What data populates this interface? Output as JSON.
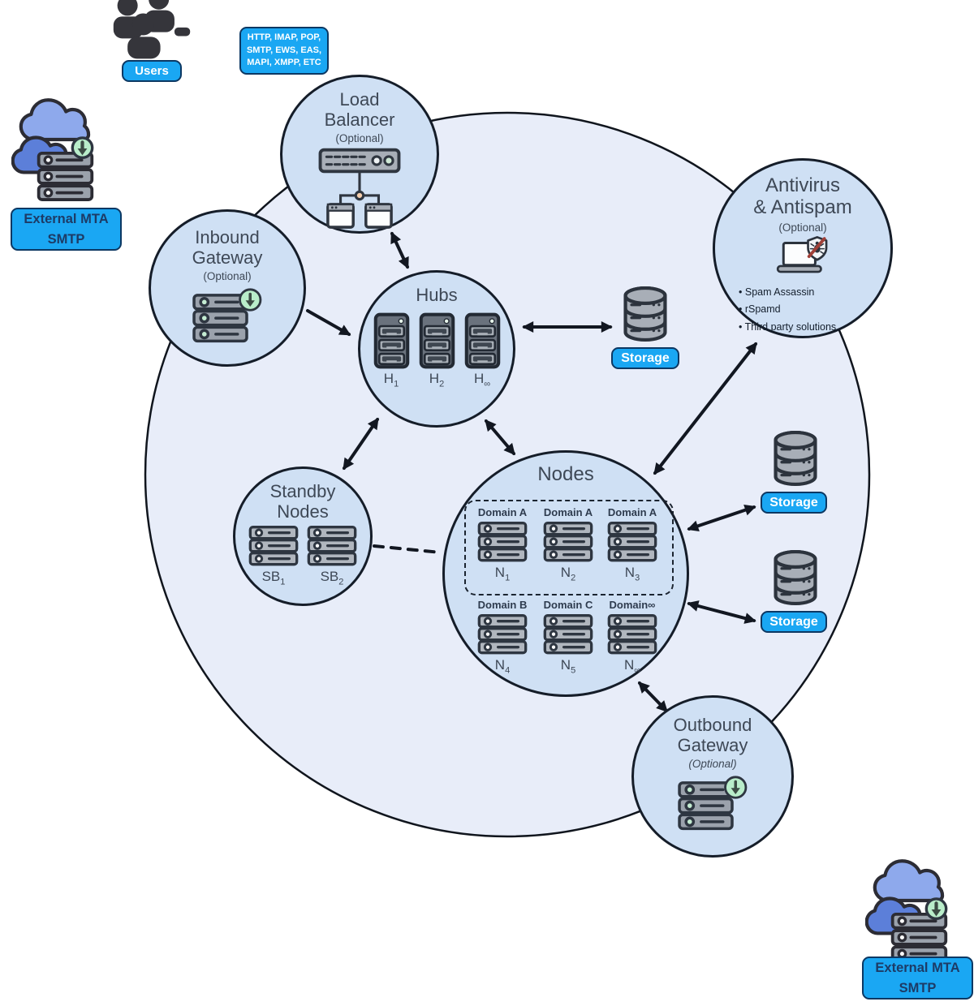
{
  "users": {
    "label": "Users"
  },
  "protocols": {
    "line1": "HTTP, IMAP, POP,",
    "line2": "SMTP, EWS, EAS,",
    "line3": "MAPI, XMPP, ETC"
  },
  "external_mta": {
    "title": "External MTA",
    "subtitle": "SMTP"
  },
  "load_balancer": {
    "title_line1": "Load",
    "title_line2": "Balancer",
    "subtitle": "(Optional)"
  },
  "inbound_gateway": {
    "title_line1": "Inbound",
    "title_line2": "Gateway",
    "subtitle": "(Optional)"
  },
  "outbound_gateway": {
    "title_line1": "Outbound",
    "title_line2": "Gateway",
    "subtitle": "(Optional)"
  },
  "hubs": {
    "title": "Hubs",
    "servers": [
      {
        "name": "H",
        "sub": "1"
      },
      {
        "name": "H",
        "sub": "2"
      },
      {
        "name": "H",
        "sub": "∞"
      }
    ]
  },
  "standby": {
    "title_line1": "Standby",
    "title_line2": "Nodes",
    "servers": [
      {
        "name": "SB",
        "sub": "1"
      },
      {
        "name": "SB",
        "sub": "2"
      }
    ]
  },
  "nodes": {
    "title": "Nodes",
    "grouped": [
      {
        "domain": "Domain A",
        "name": "N",
        "sub": "1"
      },
      {
        "domain": "Domain A",
        "name": "N",
        "sub": "2"
      },
      {
        "domain": "Domain A",
        "name": "N",
        "sub": "3"
      }
    ],
    "ungrouped": [
      {
        "domain": "Domain B",
        "name": "N",
        "sub": "4"
      },
      {
        "domain": "Domain C",
        "name": "N",
        "sub": "5"
      },
      {
        "domain": "Domain∞",
        "name": "N",
        "sub": "∞"
      }
    ]
  },
  "antivirus": {
    "title_line1": "Antivirus",
    "title_line2": "& Antispam",
    "subtitle": "(Optional)",
    "tools": [
      "Spam Assassin",
      "rSpamd",
      "Third party solutions"
    ]
  },
  "storage": {
    "label": "Storage"
  },
  "colors": {
    "chip_blue": "#1aa7f3",
    "chip_border": "#0c3863",
    "chip_dark_text": "#1d3b66",
    "big_circle_fill": "#e8edf9",
    "small_circle_fill": "#cfe0f4",
    "outline_dark": "#151d29",
    "server_gray": "#9ba2ac",
    "badge_green": "#b9edca",
    "cloud_light": "#8ea9ec",
    "cloud_dark": "#5c7fd9",
    "slash_red": "#a04038",
    "junction_peach": "#f6cfae"
  },
  "connections": [
    {
      "from": "load-balancer",
      "to": "hubs",
      "type": "bidirectional"
    },
    {
      "from": "inbound-gateway",
      "to": "hubs",
      "type": "one-way"
    },
    {
      "from": "hubs",
      "to": "storage-top",
      "type": "bidirectional"
    },
    {
      "from": "nodes",
      "to": "antivirus-antispam",
      "type": "bidirectional"
    },
    {
      "from": "hubs",
      "to": "standby-nodes",
      "type": "bidirectional"
    },
    {
      "from": "hubs",
      "to": "nodes",
      "type": "bidirectional"
    },
    {
      "from": "standby-nodes",
      "to": "nodes",
      "type": "dashed"
    },
    {
      "from": "nodes",
      "to": "storage-middle",
      "type": "bidirectional"
    },
    {
      "from": "nodes",
      "to": "storage-bottom",
      "type": "bidirectional"
    },
    {
      "from": "nodes",
      "to": "outbound-gateway",
      "type": "bidirectional"
    }
  ]
}
